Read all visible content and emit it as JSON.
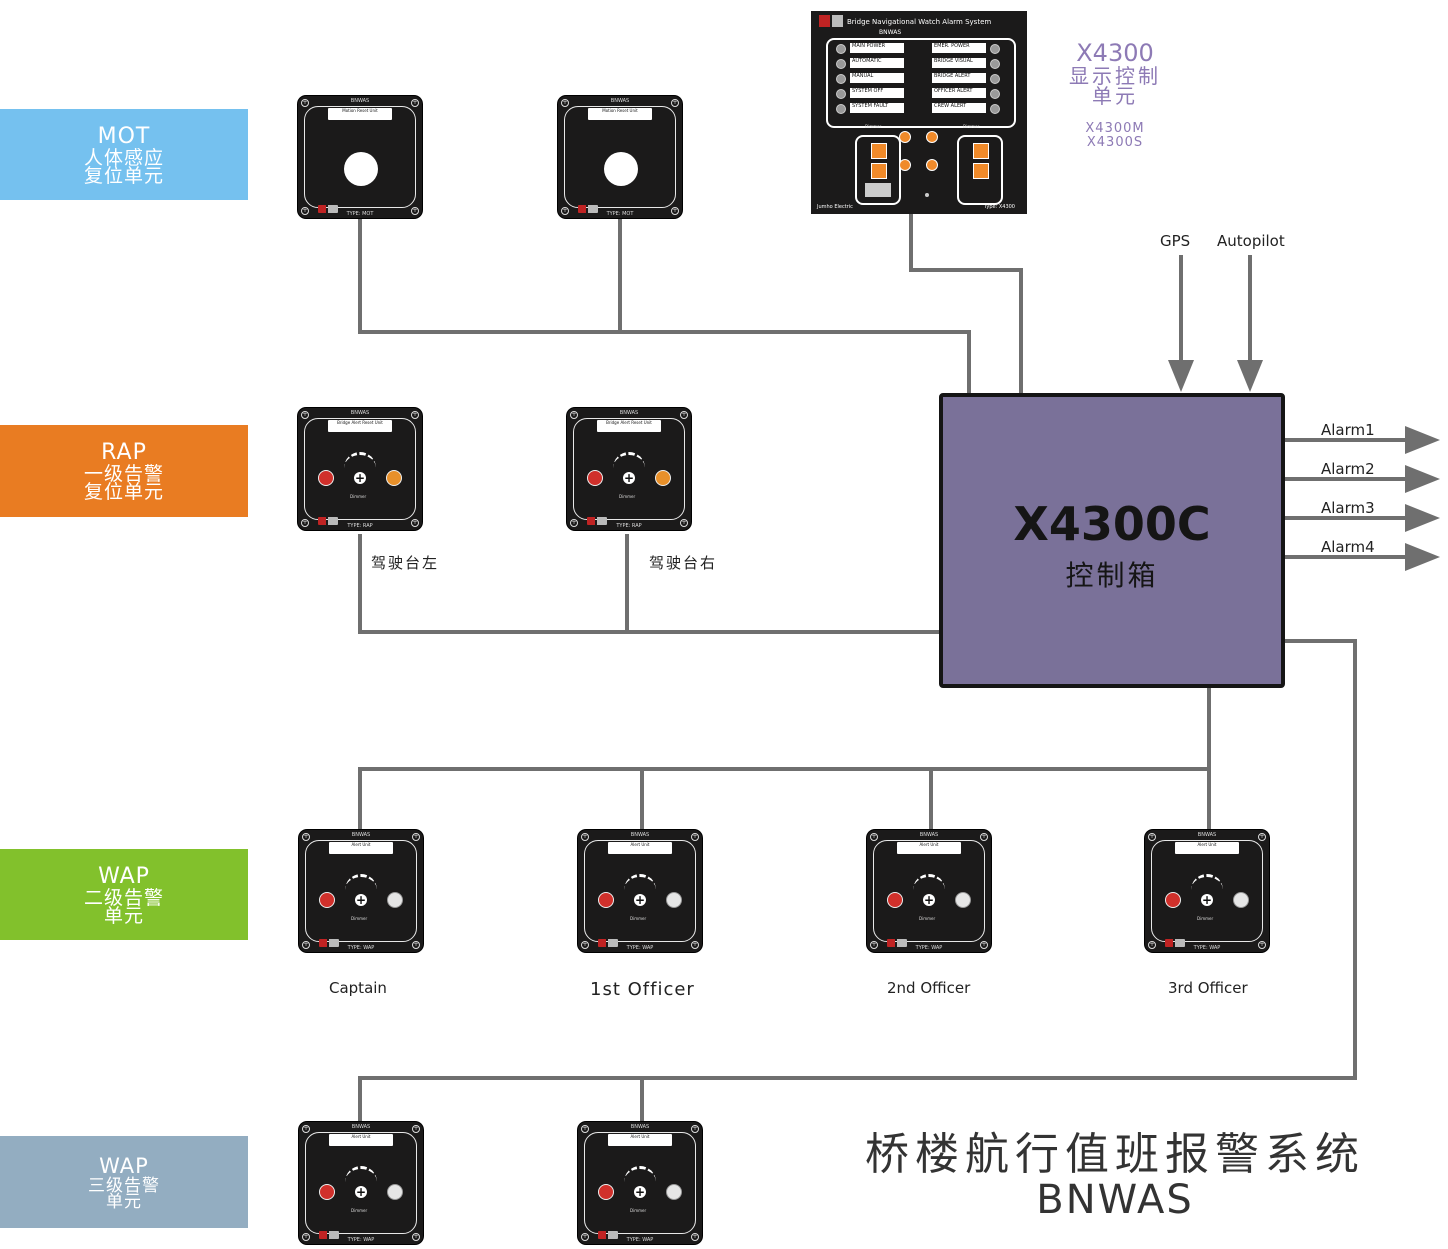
{
  "categories": {
    "mot": {
      "code": "MOT",
      "name": "人体感应\n复位单元",
      "color": "#75c1ef"
    },
    "rap": {
      "code": "RAP",
      "name": "一级告警\n复位单元",
      "color": "#e97c22"
    },
    "wap2": {
      "code": "WAP",
      "name": "二级告警\n单元",
      "color": "#82c12c"
    },
    "wap3": {
      "code": "WAP",
      "name": "三级告警\n单元",
      "color": "#93adc1"
    }
  },
  "display_unit": {
    "model": "X4300",
    "name": "显示控制\n单元",
    "variants": "X4300M\nX4300S",
    "panel_title": "Bridge Navigational Watch Alarm System",
    "panel_subtitle": "BNWAS",
    "rows_left": [
      "MAIN POWER",
      "AUTOMATIC",
      "MANUAL",
      "SYSTEM OFF",
      "SYSTEM FAULT"
    ],
    "rows_right": [
      "EMER. POWER",
      "BRIDGE VISUAL",
      "BRIDGE ALERT",
      "OFFICER ALERT",
      "CREW ALERT"
    ],
    "dimmer_label": "Dimmer",
    "maker": "Jumho Electric",
    "type_label": "Type: X4300"
  },
  "controller": {
    "model": "X4300C",
    "name": "控制箱",
    "color": "#7a7199"
  },
  "inputs": [
    "GPS",
    "Autopilot"
  ],
  "outputs": [
    "Alarm1",
    "Alarm2",
    "Alarm3",
    "Alarm4"
  ],
  "panels": {
    "header": "BNWAS",
    "mot_label": "Motion Reset Unit",
    "mot_type": "TYPE: MOT",
    "rap_label": "Bridge Alert Reset Unit",
    "rap_type": "TYPE: RAP",
    "wap_label": "Alert Unit",
    "wap_type": "TYPE: WAP",
    "dimmer": "Dimmer"
  },
  "rap_locations": [
    "驾驶台左",
    "驾驶台右"
  ],
  "wap_roles": [
    "Captain",
    "1st Officer",
    "2nd Officer",
    "3rd Officer"
  ],
  "system_title": {
    "zh": "桥楼航行值班报警系统",
    "en": "BNWAS"
  }
}
